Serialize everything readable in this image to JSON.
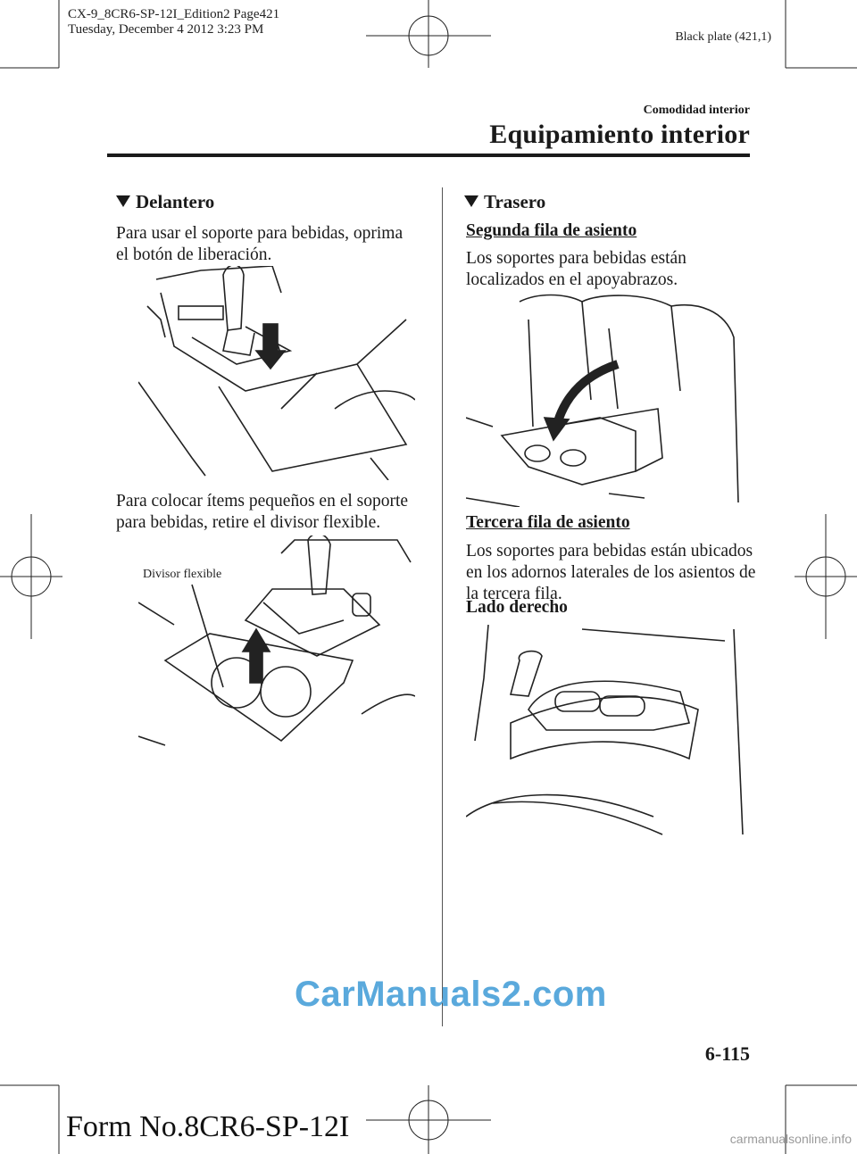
{
  "print_meta": {
    "line1": "CX-9_8CR6-SP-12I_Edition2 Page421",
    "line2": "Tuesday, December 4 2012 3:23 PM"
  },
  "plate": "Black plate (421,1)",
  "section": {
    "subtitle": "Comodidad interior",
    "title": "Equipamiento interior"
  },
  "left": {
    "heading": "Delantero",
    "para1_line1": "Para usar el soporte para bebidas, oprima",
    "para1_line2": "el botón de liberación.",
    "para2_line1": "Para colocar ítems pequeños en el soporte",
    "para2_line2": "para bebidas, retire el divisor flexible.",
    "callout": "Divisor flexible"
  },
  "right": {
    "heading": "Trasero",
    "sub1": "Segunda fila de asiento",
    "para1_line1": "Los soportes para bebidas están",
    "para1_line2": "localizados en el apoyabrazos.",
    "sub2": "Tercera fila de asiento",
    "para2_line1": "Los soportes para bebidas están ubicados",
    "para2_line2": "en los adornos laterales de los asientos de",
    "para2_line3": "la tercera fila.",
    "side_label": "Lado derecho"
  },
  "page_number": "6-115",
  "form_number": "Form No.8CR6-SP-12I",
  "watermark": "CarManuals2.com",
  "site": "carmanualsonline.info"
}
